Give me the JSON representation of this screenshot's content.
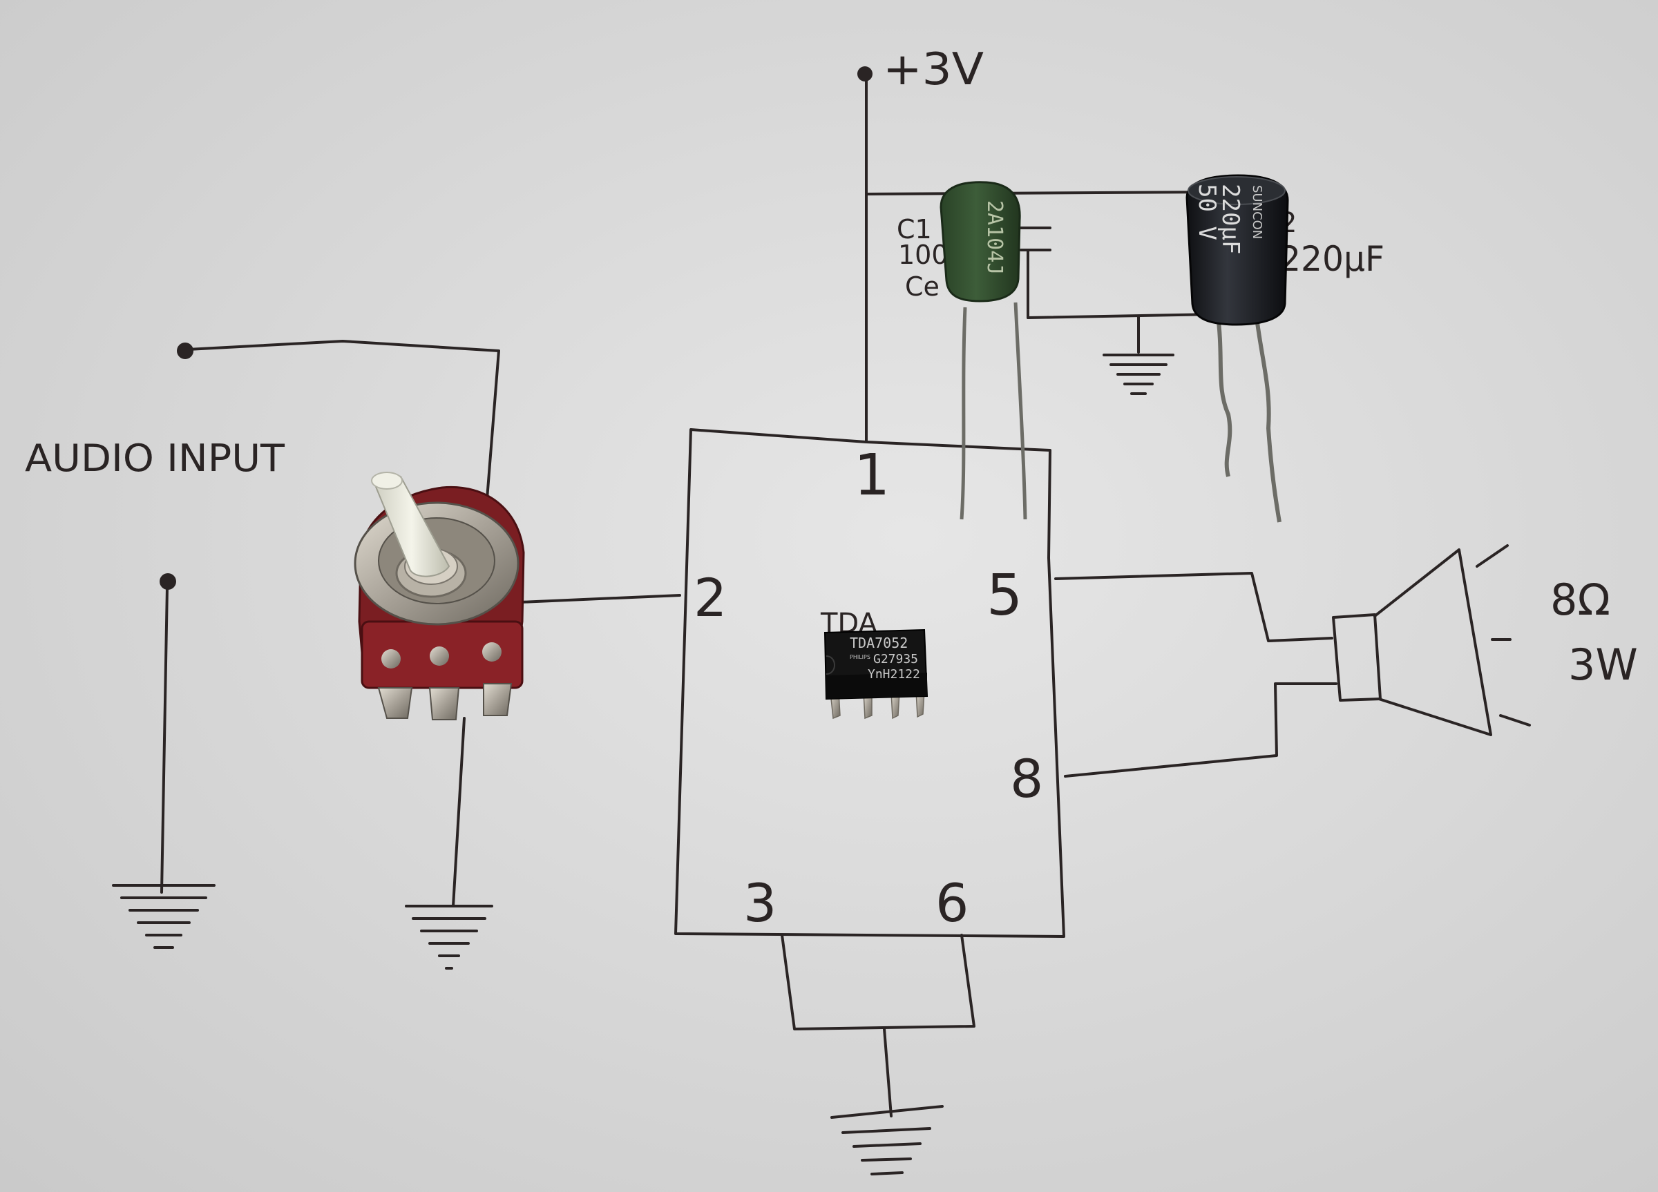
{
  "supply": {
    "label": "+3V"
  },
  "input": {
    "label": "AUDIO INPUT"
  },
  "ic": {
    "pins": {
      "p1": "1",
      "p2": "2",
      "p3": "3",
      "p5": "5",
      "p6": "6",
      "p8": "8"
    },
    "chip_markings": [
      "TDA7052",
      "G27935",
      "YnH2122"
    ],
    "chip_brand": "PHILIPS",
    "handwritten_prefix": "TDA"
  },
  "c1": {
    "label_lines": [
      "C1",
      "100",
      "Ce"
    ],
    "body_print": "2A104J"
  },
  "c2": {
    "label_right": "220µF",
    "label_partial": "2",
    "body_print": [
      "SUNCON",
      "220µF",
      "50 V"
    ]
  },
  "speaker": {
    "impedance": "8Ω",
    "power": "3W"
  },
  "colors": {
    "paper": "#d9d9d9",
    "ink": "#2a2424",
    "pot_body": "#7a1e22",
    "c1_body": "#2f4a2c",
    "c2_body": "#15161a",
    "chip_body": "#141414"
  }
}
